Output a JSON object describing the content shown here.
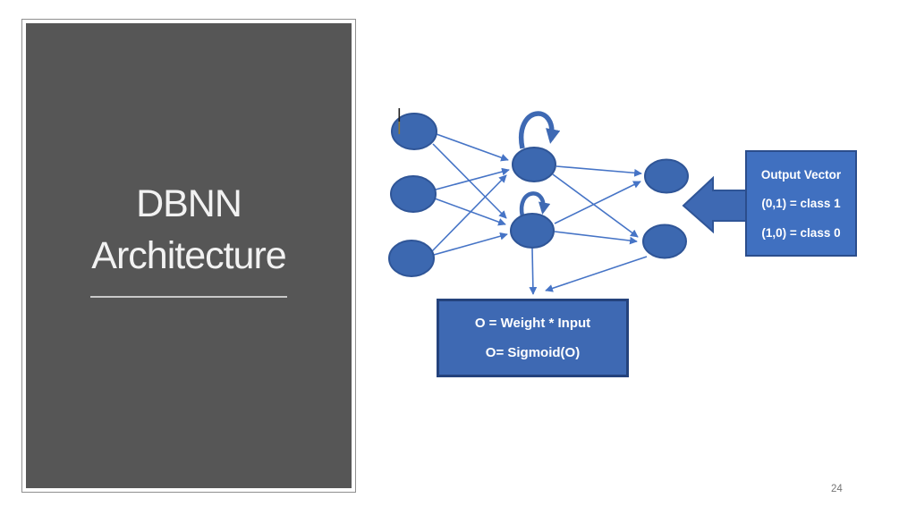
{
  "slide": {
    "title": [
      "DBNN",
      "Architecture"
    ],
    "page_number": "24"
  },
  "diagram": {
    "network": {
      "input_nodes": 3,
      "hidden_nodes": 2,
      "output_nodes": 2,
      "hidden_nodes_have_self_loops": true,
      "edges": "all inputs to all hidden; all hidden to all outputs; hidden-2 and output-2 point to formula box"
    },
    "output_vector_box": {
      "lines": [
        "Output Vector",
        "(0,1) = class 1",
        "(1,0) = class 0"
      ]
    },
    "formula_box": {
      "lines": [
        "O = Weight * Input",
        "O= Sigmoid(O)"
      ]
    },
    "colors": {
      "node_fill": "#3c68b0",
      "node_border": "#2f5597",
      "arrow_blue": "#4674c6",
      "self_loop_blue": "#3e69b3",
      "output_box_fill": "#4070c0",
      "formula_box_fill": "#3e69b3",
      "box_border": "#24427c",
      "block_arrow_fill": "#3e69b3",
      "panel_background": "#565656",
      "title_text": "#f2f2f2"
    }
  }
}
